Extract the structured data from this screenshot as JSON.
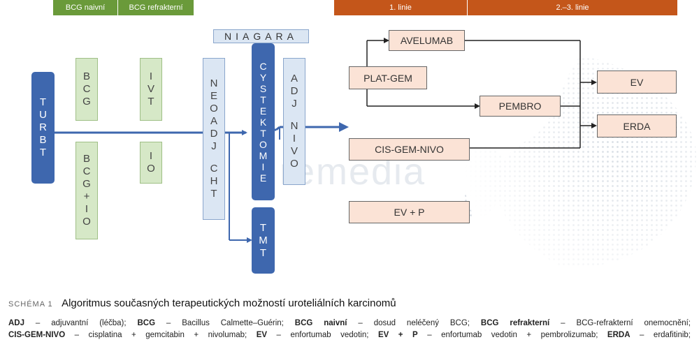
{
  "header": {
    "bcg_naivni": "BCG naivní",
    "bcg_refrakterni": "BCG refrakterní",
    "line1": "1. linie",
    "line23": "2.–3. linie"
  },
  "boxes": {
    "turbt": "TURBT",
    "bcg": "BCG",
    "bcg_io": "BCG+IO",
    "ivt": "IVT",
    "io": "IO",
    "neoadj_cht": "NEOADJ CHT",
    "niagara": "NIAGARA",
    "cystektomie": "CYSTEKTOMIE",
    "adj_nivo": "ADJ NIVO",
    "tmt": "TMT",
    "avelumab": "AVELUMAB",
    "plat_gem": "PLAT-GEM",
    "pembro": "PEMBRO",
    "ev": "EV",
    "erda": "ERDA",
    "cis_gem_nivo": "CIS-GEM-NIVO",
    "ev_p": "EV + P"
  },
  "watermark": "remedia",
  "caption": {
    "label": "SCHÉMA 1",
    "title": "Algoritmus současných terapeutických možností uroteliálních karcinomů"
  },
  "legend": {
    "line1": [
      {
        "term": "ADJ",
        "def": " – adjuvantní (léčba); "
      },
      {
        "term": "BCG",
        "def": " – Bacillus Calmette–Guérin; "
      },
      {
        "term": "BCG naivní",
        "def": " – dosud neléčený BCG; "
      },
      {
        "term": "BCG refrakterní",
        "def": " – BCG-refrakterní onemocnění;"
      }
    ],
    "line2": [
      {
        "term": "CIS-GEM-NIVO",
        "def": " – cisplatina + gemcitabin + nivolumab; "
      },
      {
        "term": "EV",
        "def": " – enfortumab vedotin; "
      },
      {
        "term": "EV + P",
        "def": " – enfortumab vedotin + pembrolizumab; "
      },
      {
        "term": "ERDA",
        "def": " – erdafitinib;"
      }
    ]
  }
}
